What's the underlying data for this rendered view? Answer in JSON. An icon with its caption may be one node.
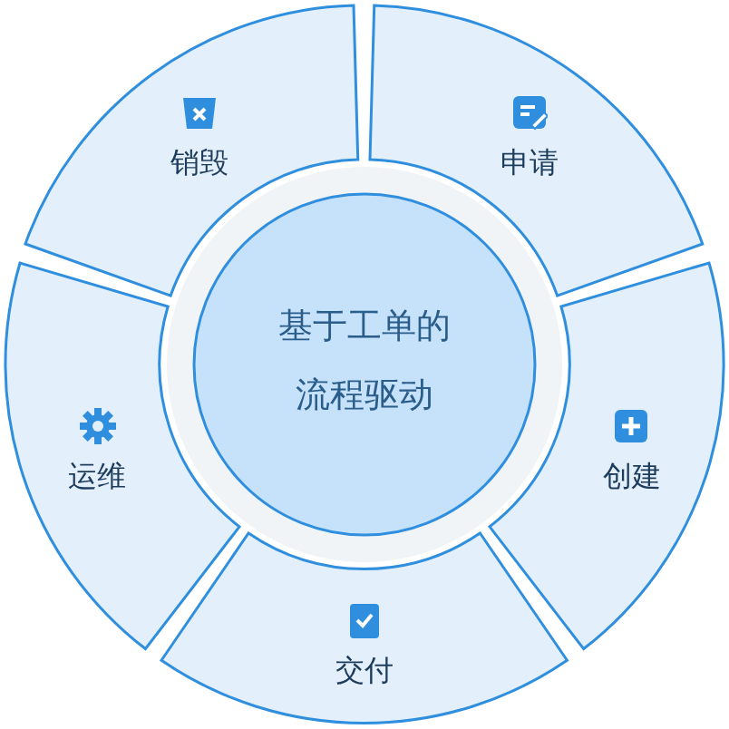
{
  "diagram": {
    "nodes": [
      {
        "text": [
          "基于工单的流程驱动"
        ]
      },
      {
        "text": [
          "申请"
        ]
      },
      {
        "text": [
          "创建"
        ]
      },
      {
        "text": [
          "交付"
        ]
      },
      {
        "text": [
          "运维"
        ]
      },
      {
        "text": [
          "销毁"
        ]
      }
    ]
  }
}
